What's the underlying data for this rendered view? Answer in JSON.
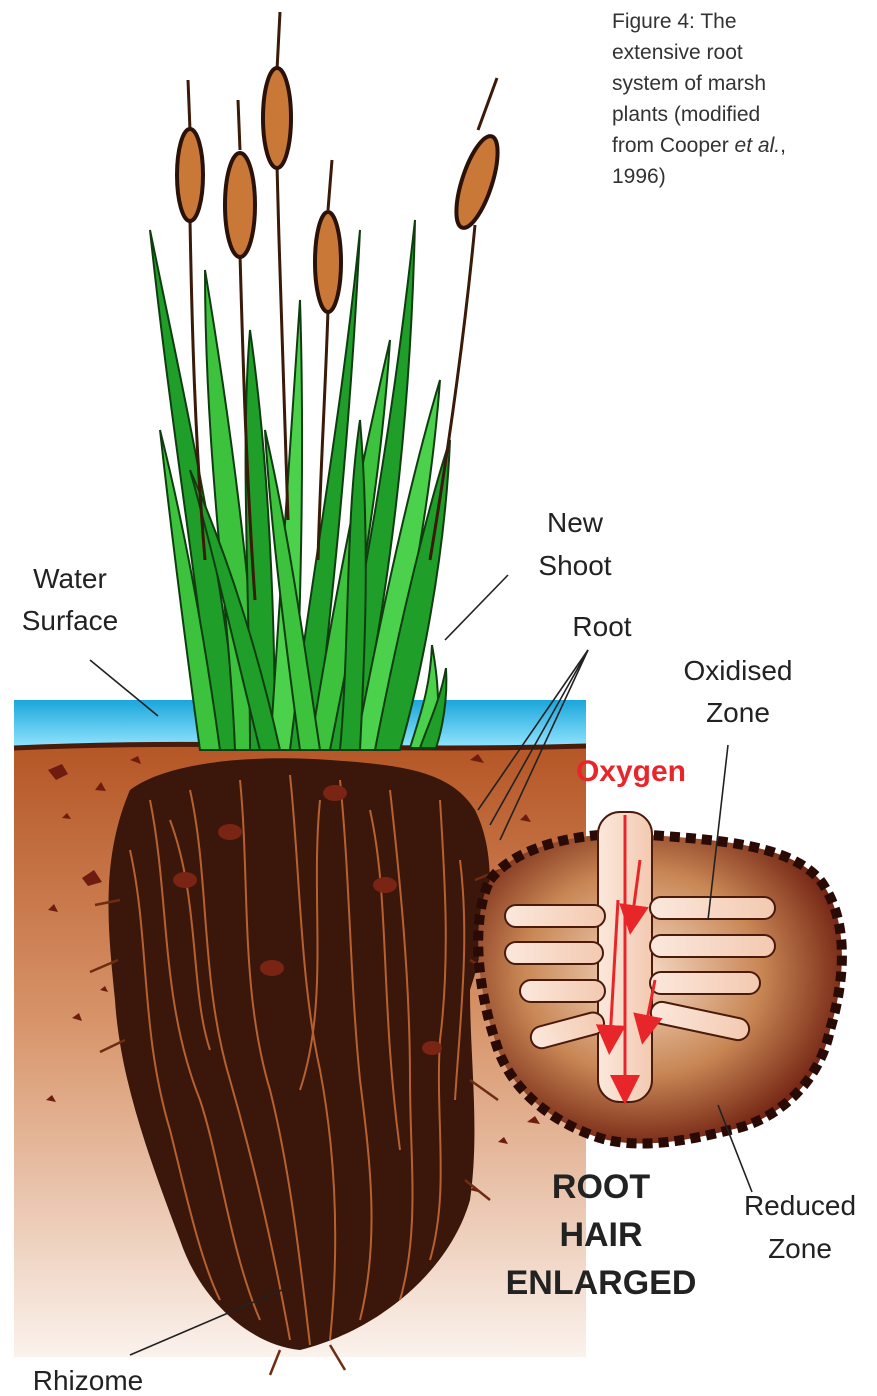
{
  "caption": {
    "line1": "Figure 4: The",
    "line2": "extensive root",
    "line3": "system of marsh",
    "line4": "plants (modified",
    "line5_before": "from Cooper ",
    "line5_italic": "et al.",
    "line5_after": ",",
    "line6": "1996)"
  },
  "labels": {
    "new_shoot_1": "New",
    "new_shoot_2": "Shoot",
    "water_1": "Water",
    "water_2": "Surface",
    "root": "Root",
    "oxidised_1": "Oxidised",
    "oxidised_2": "Zone",
    "oxygen": "Oxygen",
    "enlarged_1": "ROOT",
    "enlarged_2": "HAIR",
    "enlarged_3": "ENLARGED",
    "reduced_1": "Reduced",
    "reduced_2": "Zone",
    "rhizome": "Rhizome"
  },
  "colors": {
    "water": "#39c0ec",
    "soil_top": "#b85a28",
    "soil_bottom": "#f8ece6",
    "leaf": "#1f9e2a",
    "leaf_light": "#4cd14c",
    "cattail": "#c97838",
    "root_dark": "#2a1208",
    "root_light": "#c06a35",
    "oxygen": "#e8262a",
    "root_hair": "#f0c4a8"
  }
}
